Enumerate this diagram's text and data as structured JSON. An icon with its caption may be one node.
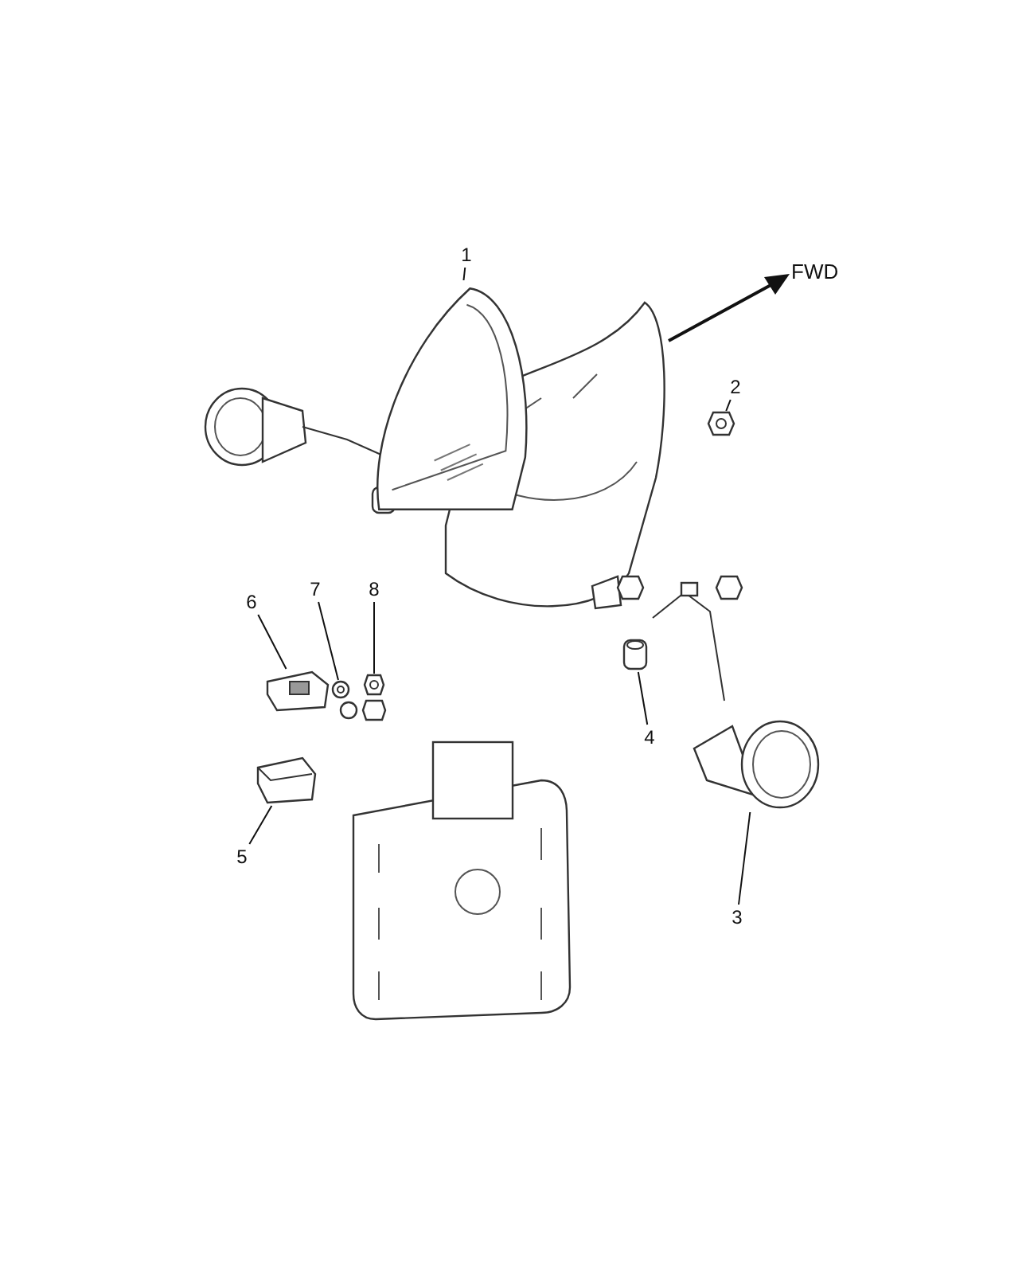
{
  "diagram": {
    "nodes": [
      {
        "text": [
          "1"
        ]
      },
      {
        "text": [],
        "shape": "picture"
      },
      {
        "text": [
          "2"
        ]
      },
      {
        "text": [],
        "shape": "picture"
      },
      {
        "text": [
          "3"
        ]
      },
      {
        "text": [],
        "shape": "picture"
      },
      {
        "text": [
          "4"
        ]
      },
      {
        "text": [],
        "shape": "picture"
      },
      {
        "text": [
          "5"
        ]
      },
      {
        "text": [],
        "shape": "picture"
      },
      {
        "text": [
          "6"
        ]
      },
      {
        "text": [],
        "shape": "picture"
      },
      {
        "text": [
          "7"
        ]
      },
      {
        "text": [],
        "shape": "picture"
      },
      {
        "text": [
          "8"
        ]
      },
      {
        "text": [],
        "shape": "picture"
      }
    ],
    "edges": [
      {
        "from": 0,
        "to": 1,
        "arrow": "none"
      },
      {
        "from": 2,
        "to": 3,
        "arrow": "none"
      },
      {
        "from": 4,
        "to": 5,
        "arrow": "none"
      },
      {
        "from": 6,
        "to": 7,
        "arrow": "none"
      },
      {
        "from": 8,
        "to": 9,
        "arrow": "none"
      },
      {
        "from": 10,
        "to": 11,
        "arrow": "none"
      },
      {
        "from": 12,
        "to": 13,
        "arrow": "none"
      },
      {
        "from": 14,
        "to": 15,
        "arrow": "none"
      }
    ],
    "labels": [
      "FWD"
    ]
  }
}
